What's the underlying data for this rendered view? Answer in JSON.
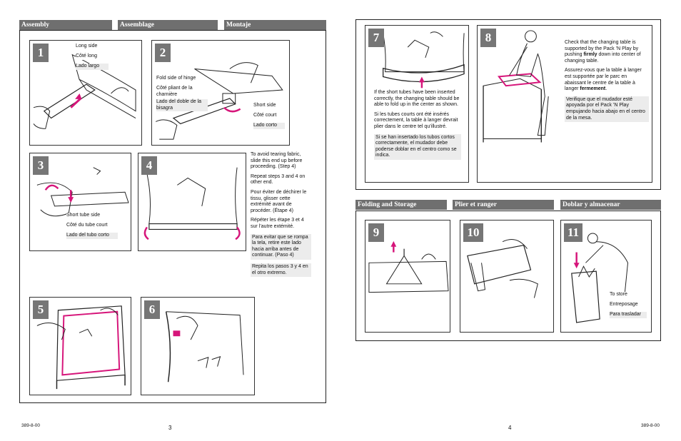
{
  "left_page": {
    "headers": {
      "en": "Assembly",
      "fr": "Assemblage",
      "es": "Montaje"
    },
    "step1": {
      "num": "1",
      "labels": [
        "Long side",
        "Côté long",
        "Lado largo"
      ]
    },
    "step2": {
      "num": "2",
      "labels_hinge": [
        "Fold side of hinge",
        "Côté pliant de la charnière",
        "Lado del doble de la bisagra"
      ],
      "labels_short": [
        "Short side",
        "Côté court",
        "Lado corto"
      ]
    },
    "step3": {
      "num": "3",
      "labels": [
        "Short tube side",
        "Côté du tube court",
        "Lado del tubo corto"
      ]
    },
    "step4": {
      "num": "4"
    },
    "side_text": {
      "en1": "To avoid tearing fabric, slide this end up before proceeding. (Step 4)",
      "en2": "Repeat steps 3 and 4 on other end.",
      "fr1": "Pour éviter de déchirer le tissu, glisser cette extrémité avant de procéder. (Étape 4)",
      "fr2": "Répéter les étape 3 et 4 sur l’autre extémité.",
      "es1": "Para evitar que se rompa la tela, retire este lado hacia arriba antes de continuar. (Paso 4)",
      "es2": "Repita los pasos 3 y 4 en el otro extremo."
    },
    "step5": {
      "num": "5"
    },
    "step6": {
      "num": "6"
    },
    "footer_code": "389-8-00",
    "page_number": "3"
  },
  "right_page": {
    "step7": {
      "num": "7",
      "en": "If the short tubes have been inserted correctly, the changing table should be able to fold up in the center as shown.",
      "fr": "Si les tubes courts ont été insérés correctement, la table à langer devrait plier dans le centre tel qu’illustré.",
      "es": "Si se han insertado los tubos cortos correctamente, el mudador debe poderse doblar en el centro como se indica."
    },
    "step8": {
      "num": "8",
      "en_pre": "Check that the changing table is supported by the Pack ’N Play by pushing ",
      "en_bold": "firmly",
      "en_post": " down into center of changing table.",
      "fr_pre": "Assurez-vous que la table à langer est supportée par le parc en abaissant le centre de la table à langer ",
      "fr_bold": "fermement",
      "fr_post": ".",
      "es": "Verifique que el mudador esté apoyada por el Pack ’N Play empujando hacia abajo en el centro de la mesa."
    },
    "headers": {
      "en": "Folding and Storage",
      "fr": "Plier et ranger",
      "es": "Doblar y almacenar"
    },
    "step9": {
      "num": "9"
    },
    "step10": {
      "num": "10"
    },
    "step11": {
      "num": "11",
      "labels": [
        "To store",
        "Entreposage",
        "Para trasladar"
      ]
    },
    "footer_code": "389-8-00",
    "page_number": "4"
  },
  "colors": {
    "header_bg": "#6f6f6f",
    "step_bg": "#767676",
    "accent_magenta": "#d6157a",
    "gray_box": "#ececec"
  }
}
